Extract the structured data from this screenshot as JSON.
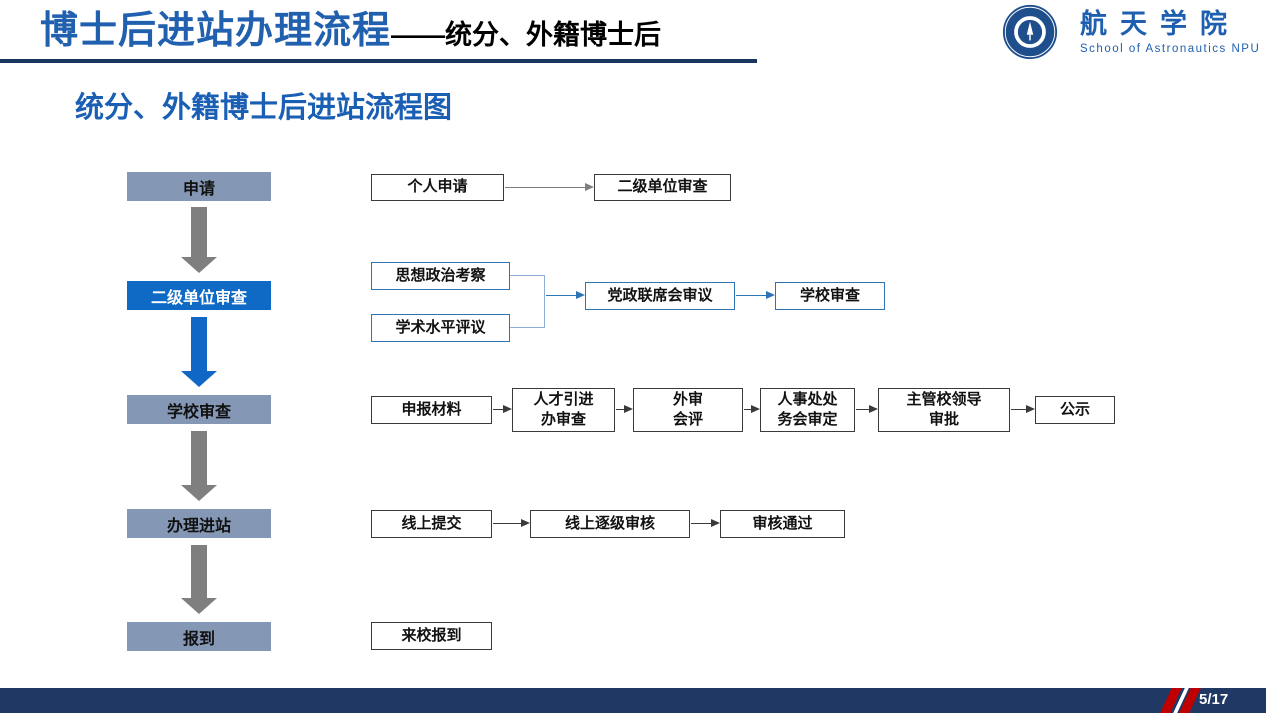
{
  "header": {
    "title": "博士后进站办理流程",
    "title_suffix": "——统分、外籍博士后",
    "logo_cn": "航天学院",
    "logo_en": "School of Astronautics NPU"
  },
  "section_title": "统分、外籍博士后进站流程图",
  "left_steps": [
    {
      "label": "申请"
    },
    {
      "label": "二级单位审查"
    },
    {
      "label": "学校审查"
    },
    {
      "label": "办理进站"
    },
    {
      "label": "报到"
    }
  ],
  "flow": {
    "row1": {
      "personal_apply": "个人申请",
      "unit_review": "二级单位审查"
    },
    "row2": {
      "political_check": "思想政治考察",
      "academic_review": "学术水平评议",
      "joint_meeting": "党政联席会审议",
      "school_review": "学校审查"
    },
    "row3": {
      "materials": "申报材料",
      "talent_office": "人才引进\n办审查",
      "external_review": "外审\n会评",
      "hr_meeting": "人事处处\n务会审定",
      "leader_approval": "主管校领导\n审批",
      "publicity": "公示"
    },
    "row4": {
      "online_submit": "线上提交",
      "online_review": "线上逐级审核",
      "review_passed": "审核通过"
    },
    "row5": {
      "report": "来校报到"
    }
  },
  "footer": {
    "page": "5/17"
  },
  "colors": {
    "title_blue": "#2060AE",
    "step_gray": "#8497B5",
    "step_blue": "#0E6AC4",
    "border_blue": "#2E74B5",
    "footer_navy": "#1F3864",
    "slash_red": "#C00000"
  }
}
